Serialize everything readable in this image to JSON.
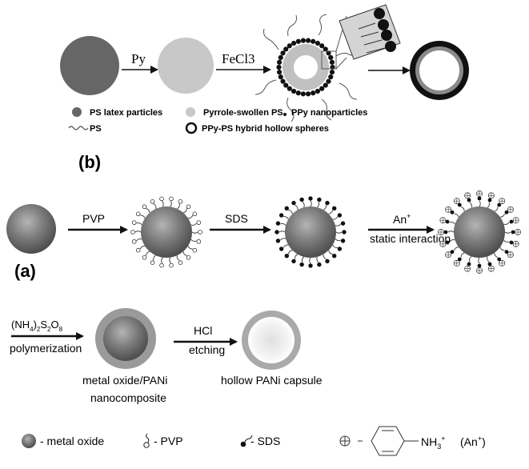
{
  "panel_b": {
    "step1_reagent": "Py",
    "step2_reagent": "FeCl3",
    "legend": {
      "ps_latex": "PS latex particles",
      "pyrrole_swollen": "Pyrrole-swollen PS",
      "ppy_nano": "PPy nanoparticles",
      "ps_chain": "PS",
      "hybrid": "PPy-PS hybrid hollow spheres"
    },
    "label": "(b)"
  },
  "panel_a": {
    "label": "(a)",
    "step1_reagent": "PVP",
    "step2_reagent": "SDS",
    "step3_reagent": "An",
    "step3_reagent_sup": "+",
    "step3_note": "static interaction",
    "step4_reagent": "(NH4)2S2O8",
    "step4_note": "polymerization",
    "step5_reagent": "HCl",
    "step5_note": "etching",
    "composite_line1": "metal oxide/PANi",
    "composite_line2": "nanocomposite",
    "capsule": "hollow PANi capsule",
    "legend": {
      "metal_oxide": "- metal oxide",
      "pvp": "- PVP",
      "sds": "- SDS",
      "an_nh3": "NH",
      "an_nh3_sub": "3",
      "an_nh3_sup": "+",
      "an_paren": "(An",
      "an_paren_sup": "+",
      "an_paren_close": ")"
    }
  },
  "colors": {
    "ps_dark": "#666666",
    "ps_light": "#c8c8c8",
    "sphere_light": "#aaaaaa",
    "sphere_dark": "#555555",
    "shell_gray": "#9a9a9a"
  }
}
